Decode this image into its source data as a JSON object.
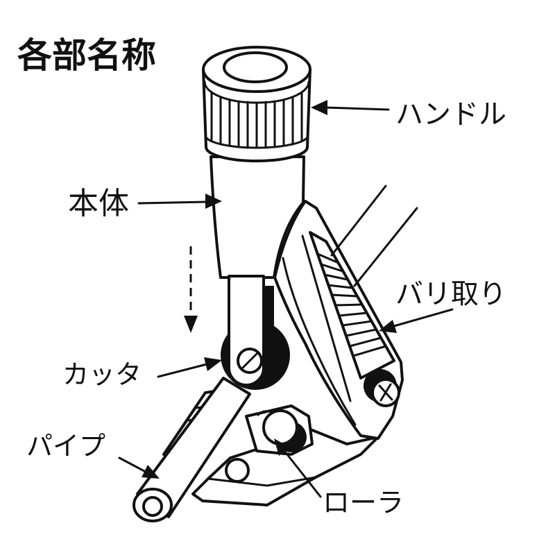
{
  "title": "各部名称",
  "labels": {
    "handle": "ハンドル",
    "body": "本体",
    "deburrer": "バリ取り",
    "cutter": "カッタ",
    "pipe": "パイプ",
    "roller": "ローラ"
  }
}
